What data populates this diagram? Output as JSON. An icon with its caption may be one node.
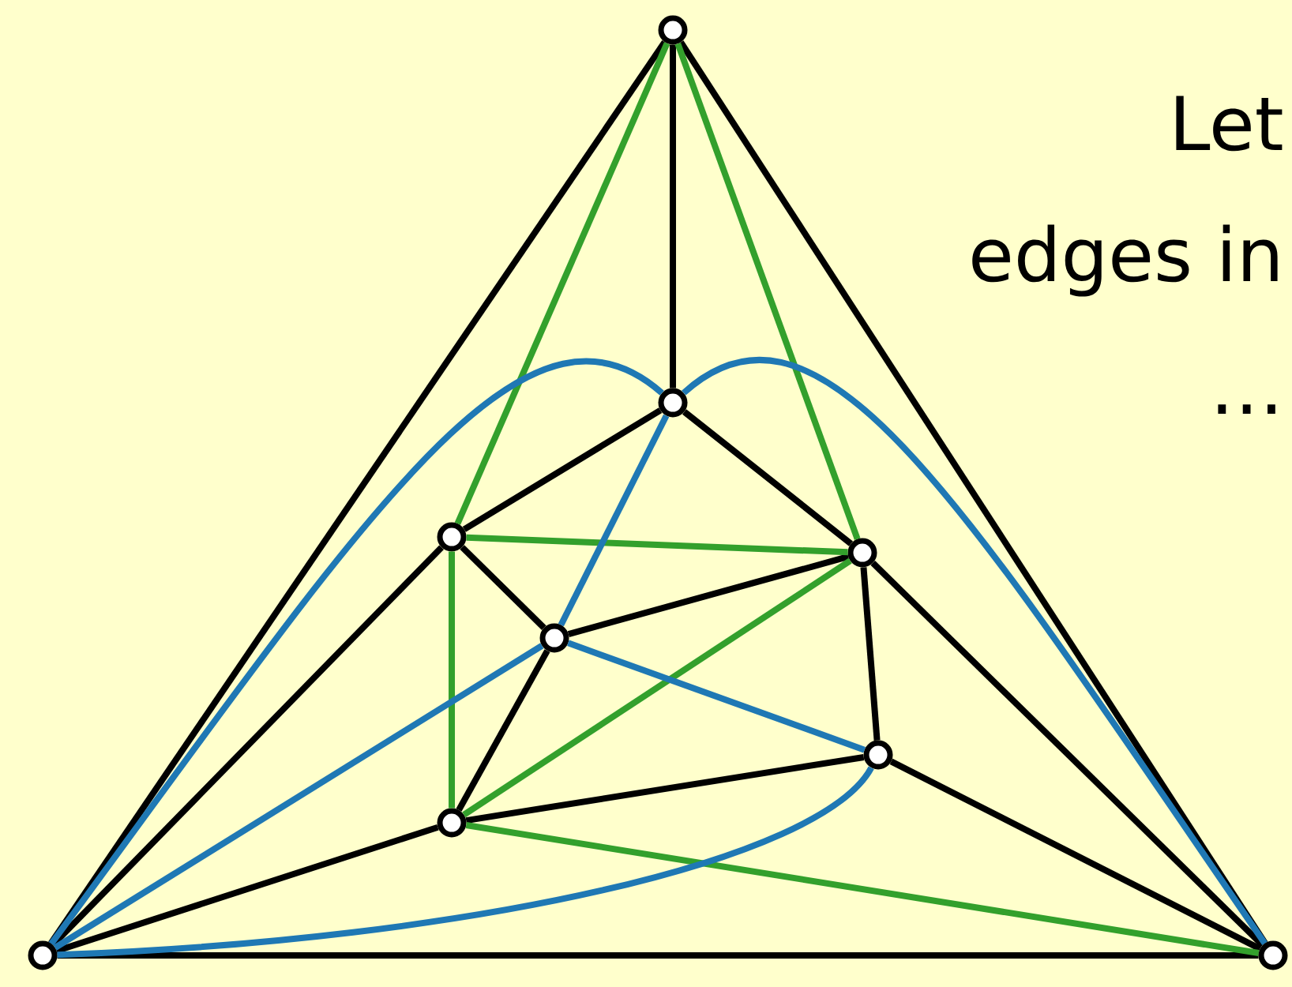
{
  "diagram": {
    "nodes": [
      {
        "text": [],
        "shape": "circle"
      },
      {
        "text": [],
        "shape": "circle"
      },
      {
        "text": [],
        "shape": "circle"
      },
      {
        "text": [],
        "shape": "circle"
      },
      {
        "text": [],
        "shape": "circle"
      },
      {
        "text": [],
        "shape": "circle"
      },
      {
        "text": [],
        "shape": "circle"
      },
      {
        "text": [],
        "shape": "circle"
      },
      {
        "text": [],
        "shape": "circle"
      }
    ],
    "edges": [
      {
        "from": 0,
        "to": 7,
        "arrow": "none"
      },
      {
        "from": 0,
        "to": 8,
        "arrow": "none"
      },
      {
        "from": 7,
        "to": 8,
        "arrow": "none"
      },
      {
        "from": 0,
        "to": 1,
        "arrow": "none"
      },
      {
        "from": 1,
        "to": 2,
        "arrow": "none"
      },
      {
        "from": 1,
        "to": 3,
        "arrow": "none"
      },
      {
        "from": 2,
        "to": 4,
        "arrow": "none"
      },
      {
        "from": 2,
        "to": 7,
        "arrow": "none"
      },
      {
        "from": 4,
        "to": 3,
        "arrow": "none"
      },
      {
        "from": 4,
        "to": 6,
        "arrow": "none"
      },
      {
        "from": 3,
        "to": 5,
        "arrow": "none"
      },
      {
        "from": 3,
        "to": 8,
        "arrow": "none"
      },
      {
        "from": 5,
        "to": 6,
        "arrow": "none"
      },
      {
        "from": 5,
        "to": 8,
        "arrow": "none"
      },
      {
        "from": 6,
        "to": 7,
        "arrow": "none"
      },
      {
        "from": 0,
        "to": 2,
        "arrow": "none",
        "color": "#33a02c"
      },
      {
        "from": 0,
        "to": 3,
        "arrow": "none",
        "color": "#33a02c"
      },
      {
        "from": 2,
        "to": 3,
        "arrow": "none",
        "color": "#33a02c"
      },
      {
        "from": 2,
        "to": 6,
        "arrow": "none",
        "color": "#33a02c"
      },
      {
        "from": 6,
        "to": 3,
        "arrow": "none",
        "color": "#33a02c"
      },
      {
        "from": 6,
        "to": 8,
        "arrow": "none",
        "color": "#33a02c"
      },
      {
        "from": 7,
        "to": 1,
        "arrow": "none",
        "color": "#1f78b4"
      },
      {
        "from": 1,
        "to": 8,
        "arrow": "none",
        "color": "#1f78b4"
      },
      {
        "from": 1,
        "to": 4,
        "arrow": "none",
        "color": "#1f78b4"
      },
      {
        "from": 4,
        "to": 7,
        "arrow": "none",
        "color": "#1f78b4"
      },
      {
        "from": 4,
        "to": 5,
        "arrow": "none",
        "color": "#1f78b4"
      },
      {
        "from": 5,
        "to": 7,
        "arrow": "none",
        "color": "#1f78b4"
      }
    ],
    "labels": [
      "Let",
      "edges in",
      "…"
    ]
  }
}
